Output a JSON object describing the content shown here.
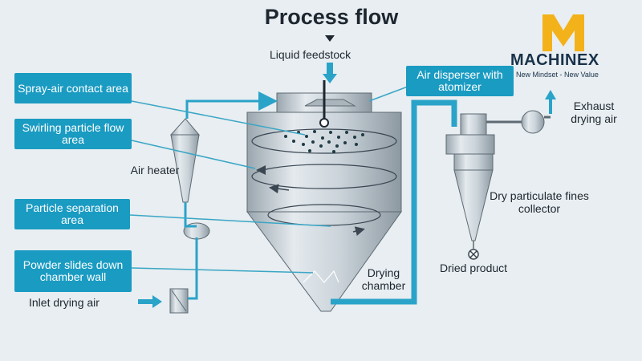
{
  "title": "Process flow",
  "brand": {
    "name": "MACHINEX",
    "tagline": "New Mindset - New Value",
    "accent": "#f3b21a",
    "text_color": "#19324a"
  },
  "labels": {
    "liquid_feedstock": "Liquid feedstock",
    "air_heater": "Air heater",
    "inlet_drying_air": "Inlet drying air",
    "drying_chamber": "Drying chamber",
    "dry_particulate_fines_collector": "Dry particulate fines collector",
    "exhaust_drying_air": "Exhaust drying air",
    "dried_product": "Dried product"
  },
  "callouts": {
    "spray_air_contact_area": "Spray-air contact area",
    "swirling_particle_flow_area": "Swirling particle flow area",
    "particle_separation_area": "Particle separation area",
    "powder_slides_down_chamber_wall": "Powder slides down chamber wall",
    "air_disperser_with_atomizer": "Air disperser with atomizer"
  },
  "colors": {
    "callout_fill": "#1a9bc2",
    "line": "#3aa6c6",
    "duct": "#2aa3c9",
    "background": "#e8eef1",
    "equipment": "#c9d2d8"
  }
}
